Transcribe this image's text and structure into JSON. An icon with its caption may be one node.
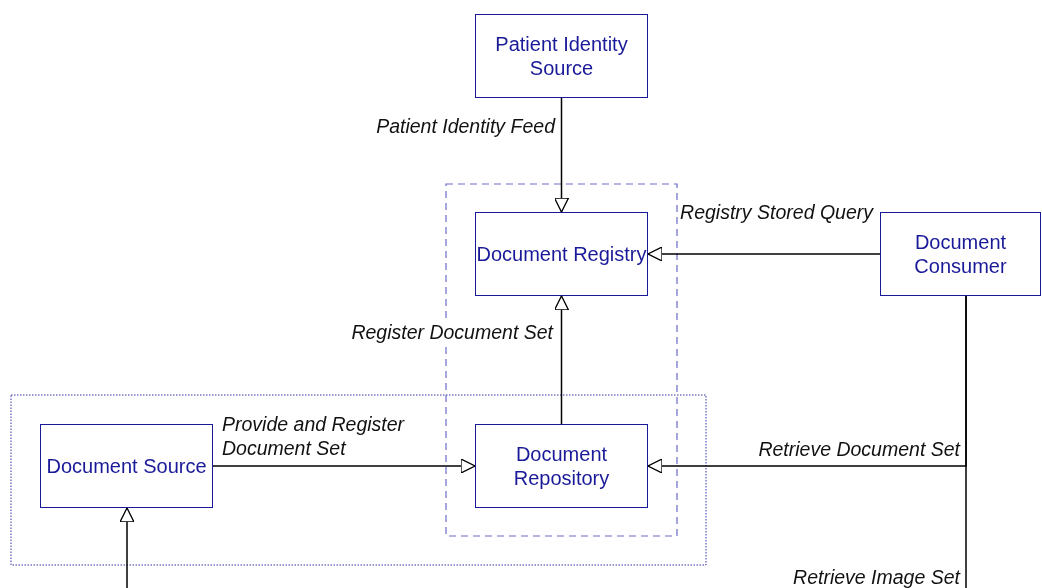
{
  "diagram": {
    "nodes": [
      {
        "text": [
          "Patient Identity Source"
        ]
      },
      {
        "text": [
          "Document Registry"
        ]
      },
      {
        "text": [
          "Document Consumer"
        ]
      },
      {
        "text": [
          "Document Source"
        ]
      },
      {
        "text": [
          "Document Repository"
        ]
      }
    ],
    "edges": [
      {
        "from": 0,
        "to": 1,
        "arrow": "to",
        "label": "Patient Identity Feed"
      },
      {
        "from": 2,
        "to": 1,
        "arrow": "to",
        "label": "Registry Stored Query"
      },
      {
        "from": 4,
        "to": 1,
        "arrow": "to",
        "label": "Register Document Set"
      },
      {
        "from": 3,
        "to": 4,
        "arrow": "to",
        "label": "Provide and Register Document Set"
      },
      {
        "from": 2,
        "to": 4,
        "arrow": "to",
        "label": "Retrieve Document Set"
      },
      {
        "from": 2,
        "to": null,
        "arrow": "none",
        "label": "Retrieve Image Set"
      },
      {
        "from": null,
        "to": 3,
        "arrow": "to"
      }
    ]
  }
}
